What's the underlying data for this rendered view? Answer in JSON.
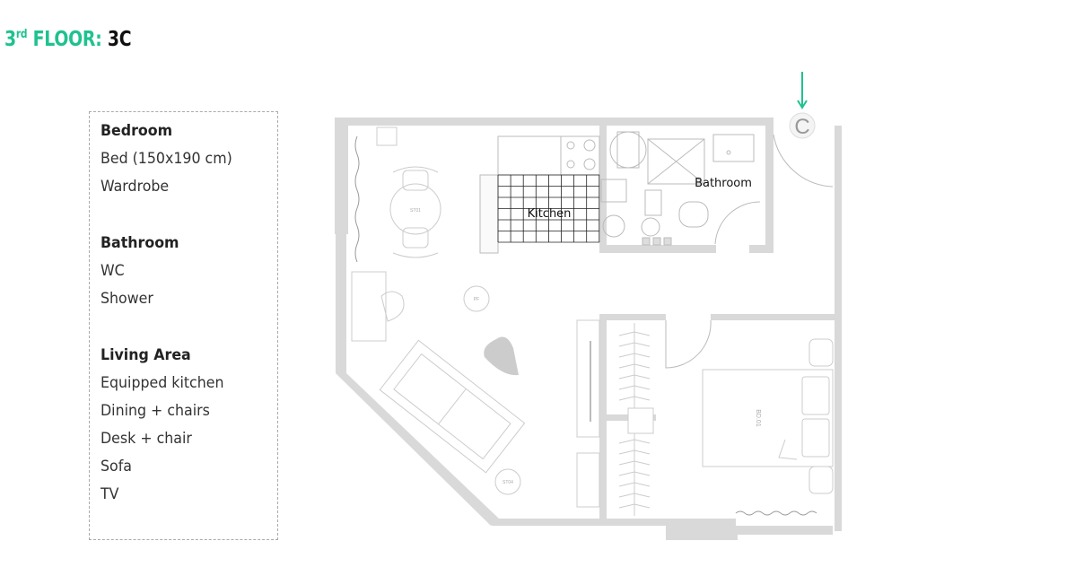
{
  "header": {
    "floor_number": "3",
    "floor_suffix": "rd",
    "floor_word": "FLOOR:",
    "unit": "3C"
  },
  "rooms_list": [
    {
      "heading": "Bedroom",
      "items": [
        "Bed (150x190 cm)",
        "Wardrobe"
      ]
    },
    {
      "heading": "Bathroom",
      "items": [
        "WC",
        "Shower"
      ]
    },
    {
      "heading": "Living Area",
      "items": [
        "Equipped kitchen",
        "Dining + chairs",
        "Desk + chair",
        "Sofa",
        "TV"
      ]
    }
  ],
  "plan": {
    "kitchen_label": "Kitchen",
    "bathroom_label": "Bathroom",
    "entrance_marker": "C",
    "table_code": "ST01",
    "pouf_code": "PF",
    "side_table_code": "ST04",
    "bed_code": "BD.01",
    "accent_color": "#1fc28f",
    "wall_color": "#d9d9d9"
  }
}
